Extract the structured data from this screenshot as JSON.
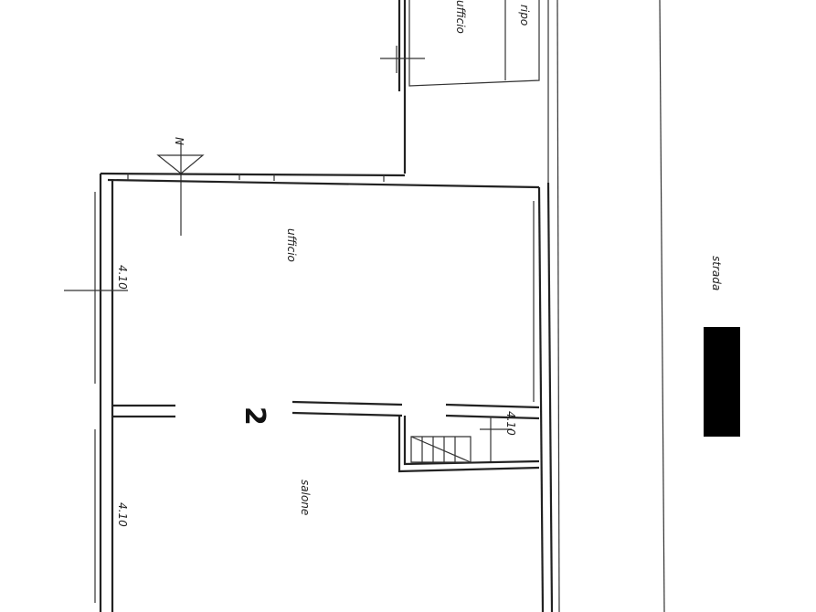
{
  "plan": {
    "unit_number": "2",
    "rooms": {
      "top_small_left": "ufficio",
      "top_small_right": "ripo",
      "main_upper": "ufficio",
      "main_lower": "salone",
      "exterior_right": "strada"
    },
    "dimensions": {
      "wall_height_upper": "4.10",
      "wall_height_lower": "4.10",
      "stair_note": "4.10"
    },
    "north_arrow_label": "N",
    "legend_box_color": "#000000"
  }
}
